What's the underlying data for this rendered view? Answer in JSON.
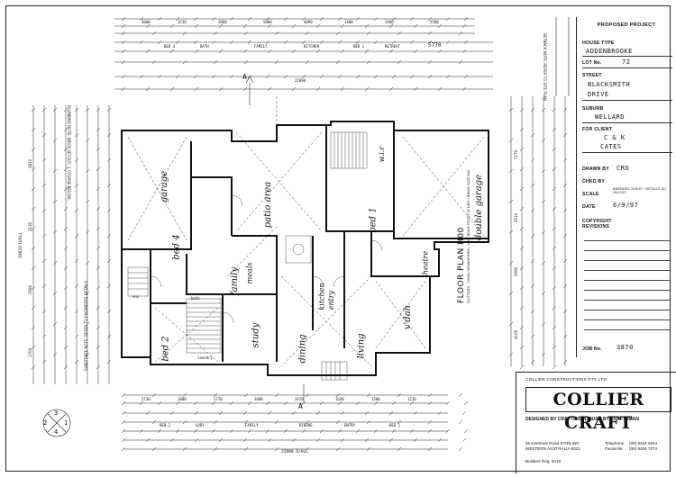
{
  "title_block": {
    "heading": "PROPOSED PROJECT",
    "house_type_label": "HOUSE TYPE",
    "house_type": "ADDENBROOKE",
    "lot_label": "LOT No.",
    "lot": "72",
    "street_label": "STREET",
    "street_line1": "BLACKSMITH",
    "street_line2": "DRIVE",
    "suburb_label": "SUBURB",
    "suburb": "WELLARD",
    "client_label": "FOR CLIENT",
    "client_line1": "C & K",
    "client_line2": "CATES",
    "drawn_label": "DRAWN BY",
    "drawn": "CRO",
    "chkd_label": "CHKD BY",
    "chkd_note": "AMENDED 20/8/97 / DETAILS (D) 15/10/97",
    "scale_label": "SCALE",
    "date_label": "DATE",
    "date": "6/9/97",
    "copyright_label": "COPYRIGHT",
    "revisions_label": "REVISIONS",
    "job_label": "JOB No.",
    "job": "3870"
  },
  "logo_block": {
    "company_small": "COLLIER CONSTRUCTIONS PTY LTD",
    "brand": "COLLIER CRAFT",
    "tagline": "DESIGNED BY CRAFTSMAN, BUILT BY CRAFTSMAN",
    "address1": "65 Kerrimuir Road STIRLING",
    "address2": "WESTERN AUSTRALIA 6021",
    "phone_label": "Telephone",
    "phone": "(08) 9344 6644",
    "fax_label": "Facsimile",
    "fax": "(08) 9344 7274",
    "builders_reg": "Builders Reg. 5419"
  },
  "rooms": {
    "garage": "garage",
    "bed4": "bed 4",
    "patio": "patio area",
    "family": "family",
    "meals": "meals",
    "kitchen": "kitchen",
    "bed1": "bed 1",
    "wir": "w.i.r",
    "double_garage": "double garage",
    "bed2": "bed 2",
    "study": "study",
    "dining": "dining",
    "entry": "entry",
    "living": "living",
    "vdah": "v'dah",
    "bath": "bath",
    "laundry": "laundry",
    "ens": "ens",
    "theatre": "theatre"
  },
  "floor_plan_title": "FLOOR PLAN H00",
  "floor_plan_notes": "GUTTERS - 150W / DOWNPIPES - 100 / ROOF PITCH 25 DEG / BRICK SIZE 290",
  "dimensions": {
    "overall": "22890",
    "overall_label": "22890 O/ALL",
    "top_sections": [
      "3000",
      "1530",
      "2000",
      "5000",
      "4090",
      "1400",
      "2400",
      "5500"
    ],
    "bottom_sections": [
      "2730",
      "1000",
      "1770",
      "3000",
      "3470",
      "1640",
      "1500",
      "1210"
    ],
    "left_side": [
      "3810",
      "3130",
      "3590",
      "1700"
    ],
    "right_side": [
      "7270",
      "3510",
      "2000",
      "4100"
    ],
    "depth": "18610 O/ALL"
  },
  "top_labels": [
    "BED 4",
    "BATH",
    "FAMILY",
    "KITCHEN",
    "BED 1",
    "RETREAT"
  ],
  "bottom_labels": [
    "BED 2",
    "LDRY",
    "FAMILY",
    "DINING",
    "ENTRY",
    "BED 1"
  ],
  "section_marks": [
    "A",
    "A"
  ],
  "compass_numbers": [
    "3",
    "4",
    "1",
    "2"
  ],
  "side_notes": {
    "left": "PLUMBING NOTE: BRICK SETOUT, 1 COURSE BELOW...",
    "left2": "SUBSTRATE NOTE: REFER TO ENGINEERS DETAILS",
    "right": "SETBACK NOTE: REFER TO SITE PLAN"
  },
  "handwritten_note": "5770"
}
